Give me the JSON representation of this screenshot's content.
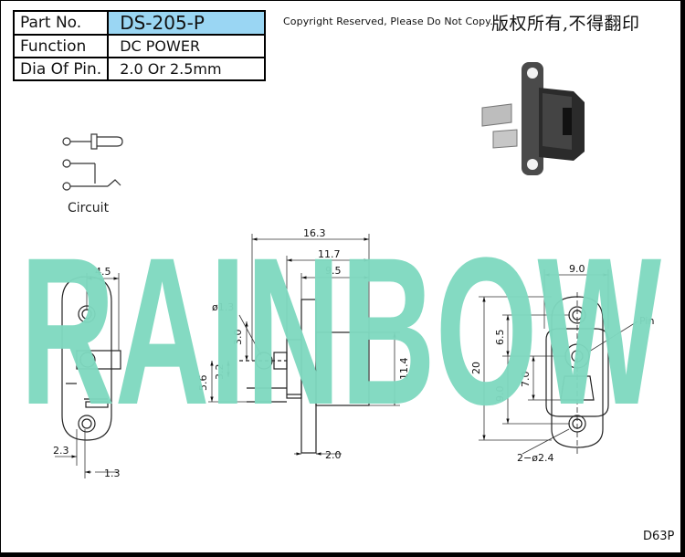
{
  "spec_table": {
    "rows": [
      {
        "key": "Part No.",
        "value": "DS-205-P"
      },
      {
        "key": "Function",
        "value": "DC  POWER"
      },
      {
        "key": "Dia Of Pin.",
        "value": "2.0  Or  2.5mm"
      }
    ]
  },
  "copyright": {
    "en": "Copyright Reserved, Please Do Not Copy.",
    "cn": "版权所有,不得翻印"
  },
  "circuit": {
    "label": "Circuit"
  },
  "watermark": {
    "text": "RAINBOW",
    "color": "#7fd8bf"
  },
  "dimensions": {
    "d16_3": "16.3",
    "d11_7": "11.7",
    "d9_5": "9.5",
    "d4_5": "4.5",
    "d9_0": "9.0",
    "d_pin13": "ø1.3",
    "d3_0": "3.0",
    "d3_2": "3.2",
    "d5_6": "5.6",
    "d11_4": "11.4",
    "d2_3": "2.3",
    "d1_3": "1.3",
    "d2_0": "2.0",
    "d20": "20",
    "d6_5": "6.5",
    "d9_0v": "9.0",
    "d7_0": "7.0",
    "d_holes": "2−ø2.4"
  },
  "labels": {
    "pin": "Pin"
  },
  "footer": {
    "code": "D63P"
  }
}
